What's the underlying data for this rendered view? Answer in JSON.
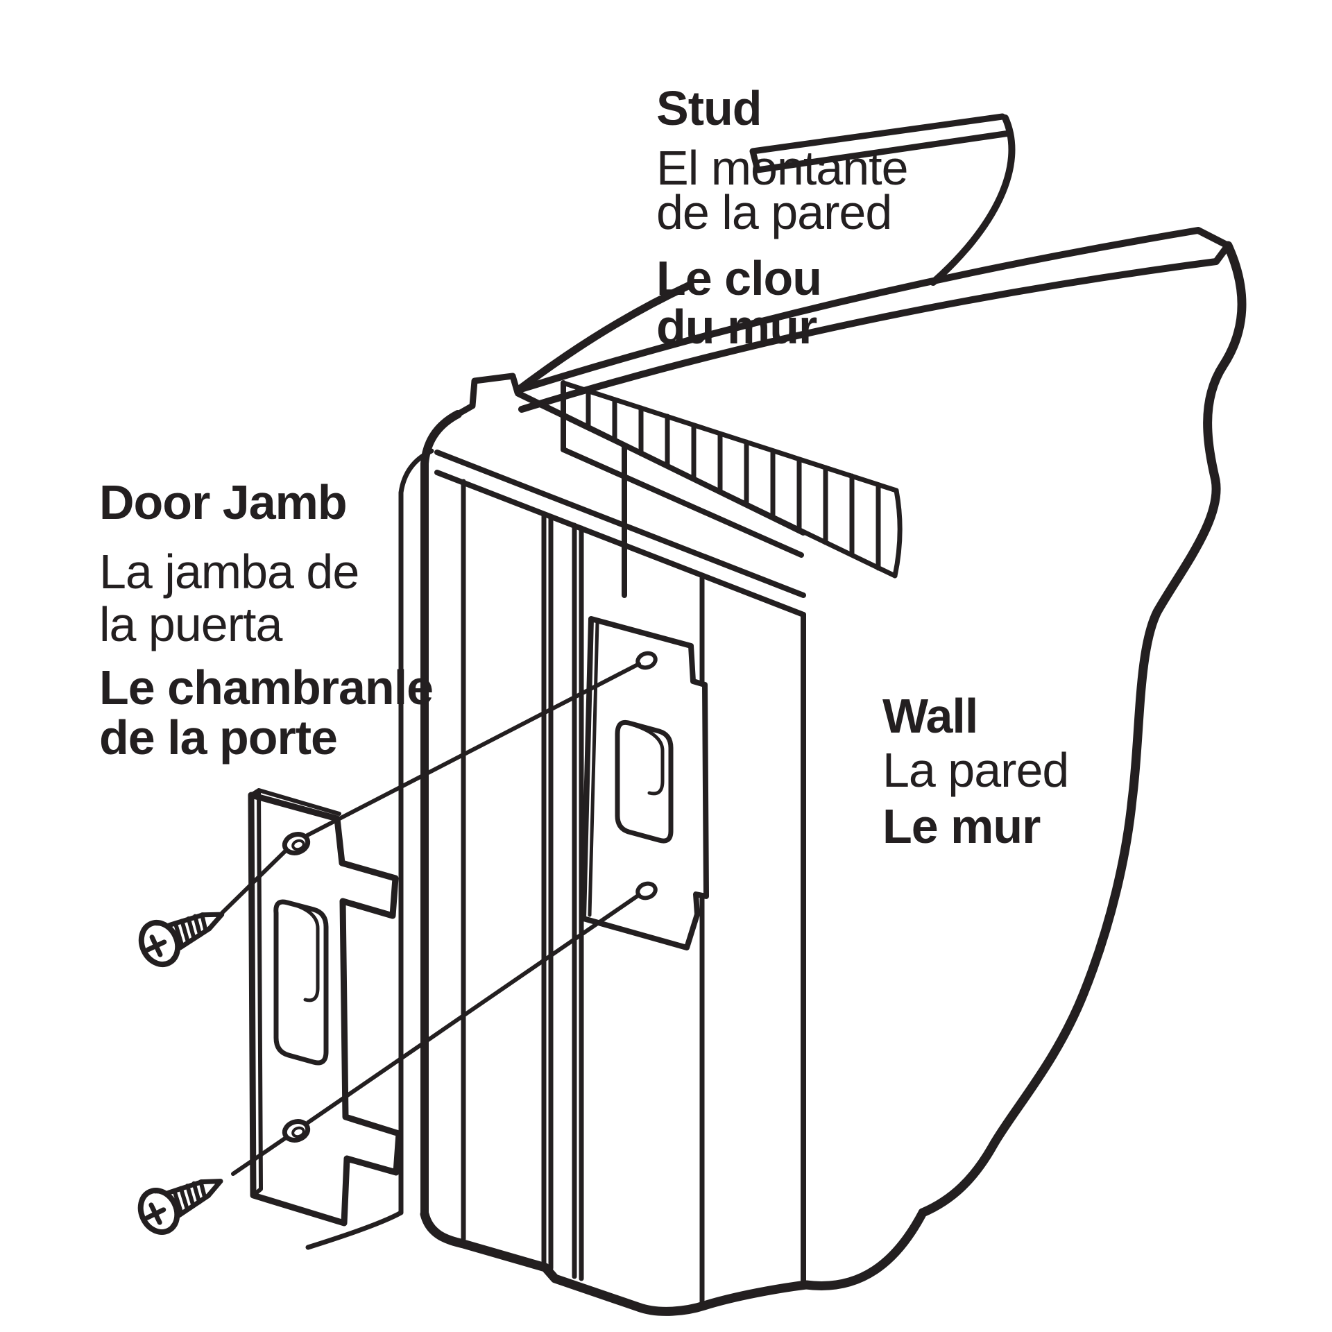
{
  "colors": {
    "ink": "#231F20",
    "background": "#FFFFFF"
  },
  "labels": {
    "stud": {
      "title": "Stud",
      "es1": "El montante",
      "es2": "de la pared",
      "fr1": "Le clou",
      "fr2": "du mur"
    },
    "door_jamb": {
      "title": "Door Jamb",
      "es1": "La jamba de",
      "es2": "la puerta",
      "fr1": "Le chambranle",
      "fr2": "de la porte"
    },
    "wall": {
      "title": "Wall",
      "es1": "La pared",
      "fr1": "Le mur"
    }
  }
}
